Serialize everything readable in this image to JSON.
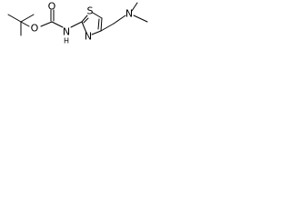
{
  "molecule": {
    "atoms": {
      "o_carbonyl": "O",
      "o_ester": "O",
      "n_amide": "N",
      "h_amide": "H",
      "s_ring": "S",
      "n_ring": "N",
      "n_amine": "N"
    }
  },
  "colors": {
    "bond": "#000000",
    "label": "#000000",
    "background": "#ffffff"
  }
}
